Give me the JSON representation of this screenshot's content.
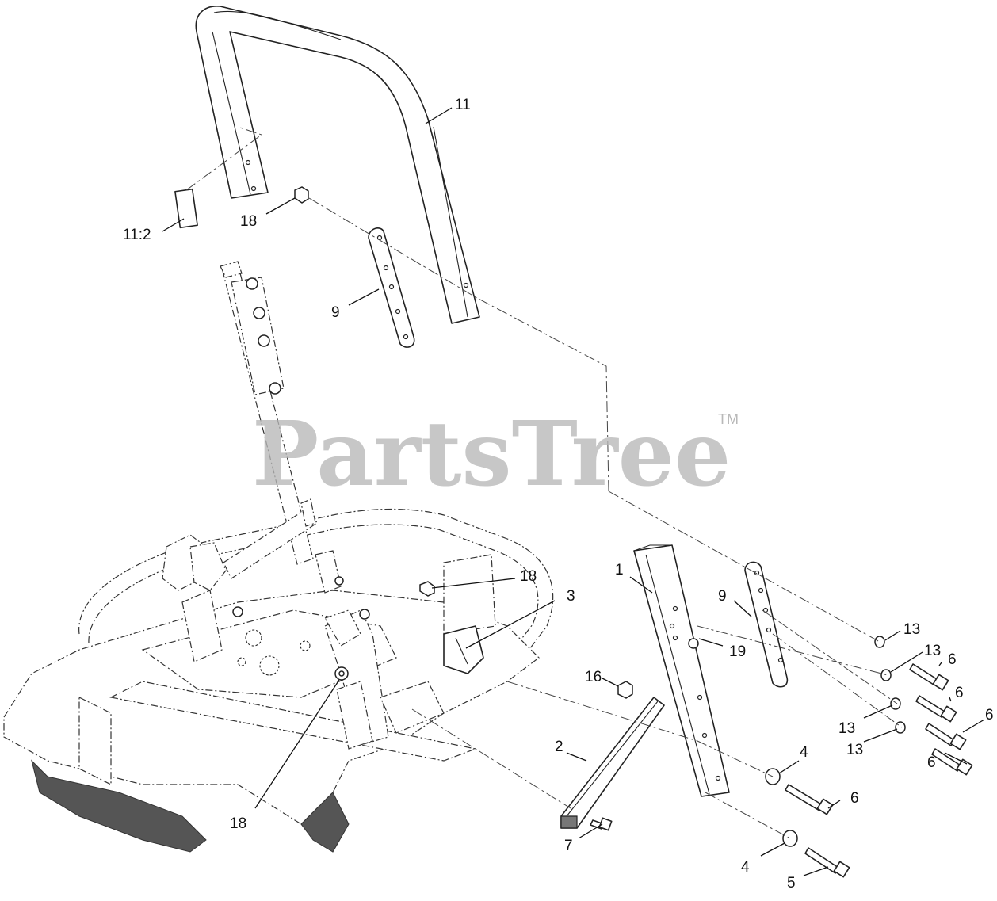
{
  "watermark": {
    "text": "PartsTree",
    "trademark": "TM"
  },
  "callouts": {
    "c11": "11",
    "c11_2": "11:2",
    "c18_top": "18",
    "c9_upper": "9",
    "c18_mid": "18",
    "c3": "3",
    "c1": "1",
    "c19": "19",
    "c9_lower": "9",
    "c13_a": "13",
    "c13_b": "13",
    "c6_a": "6",
    "c6_b": "6",
    "c13_c": "13",
    "c6_c": "6",
    "c13_d": "13",
    "c6_d": "6",
    "c16": "16",
    "c2": "2",
    "c4_a": "4",
    "c6_e": "6",
    "c18_bottom": "18",
    "c7": "7",
    "c4_b": "4",
    "c5": "5"
  }
}
